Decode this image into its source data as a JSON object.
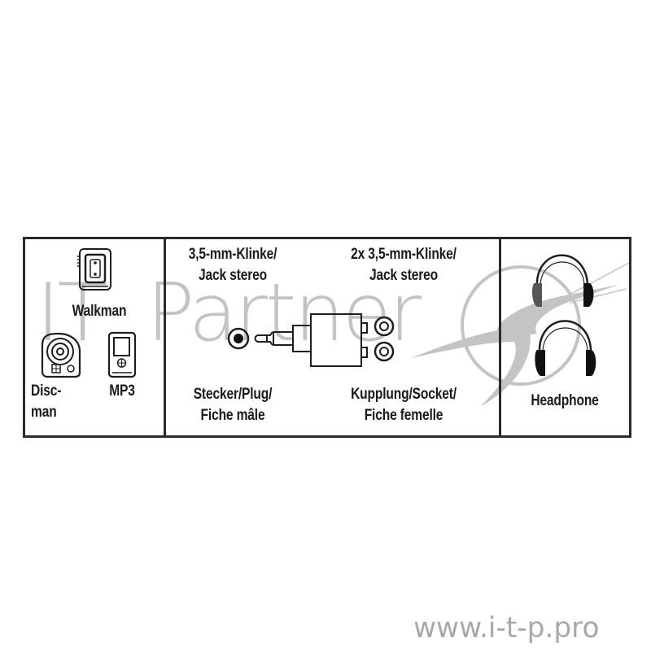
{
  "diagram": {
    "title": "Audio splitter connection diagram",
    "panels": {
      "sources": {
        "devices": [
          {
            "name": "walkman",
            "label": "Walkman"
          },
          {
            "name": "discman",
            "label_line1": "Disc-",
            "label_line2": "man"
          },
          {
            "name": "mp3",
            "label": "MP3"
          }
        ]
      },
      "adapter": {
        "plug_top_line1": "3,5-mm-Klinke/",
        "plug_top_line2": "Jack stereo",
        "socket_top_line1": "2x 3,5-mm-Klinke/",
        "socket_top_line2": "Jack stereo",
        "plug_bottom_line1": "Stecker/Plug/",
        "plug_bottom_line2": "Fiche mâle",
        "socket_bottom_line1": "Kupplung/Socket/",
        "socket_bottom_line2": "Fiche femelle"
      },
      "outputs": {
        "headphone_count": 2,
        "label": "Headphone"
      }
    },
    "icons": [
      "walkman-icon",
      "discman-icon",
      "mp3-player-icon",
      "jack-socket-icon",
      "jack-plug-icon",
      "splitter-body-icon",
      "double-socket-icon",
      "headphone-icon",
      "headphone-icon"
    ]
  },
  "watermark": {
    "brand": "IT Partner",
    "brand_part1": "IT",
    "brand_part2": "Partner",
    "url": "www.i-t-p.pro"
  },
  "colors": {
    "line": "#2a2a2a",
    "text": "#1a1a1a",
    "watermark": "#bdbdbd",
    "url": "#a8a8a8"
  }
}
